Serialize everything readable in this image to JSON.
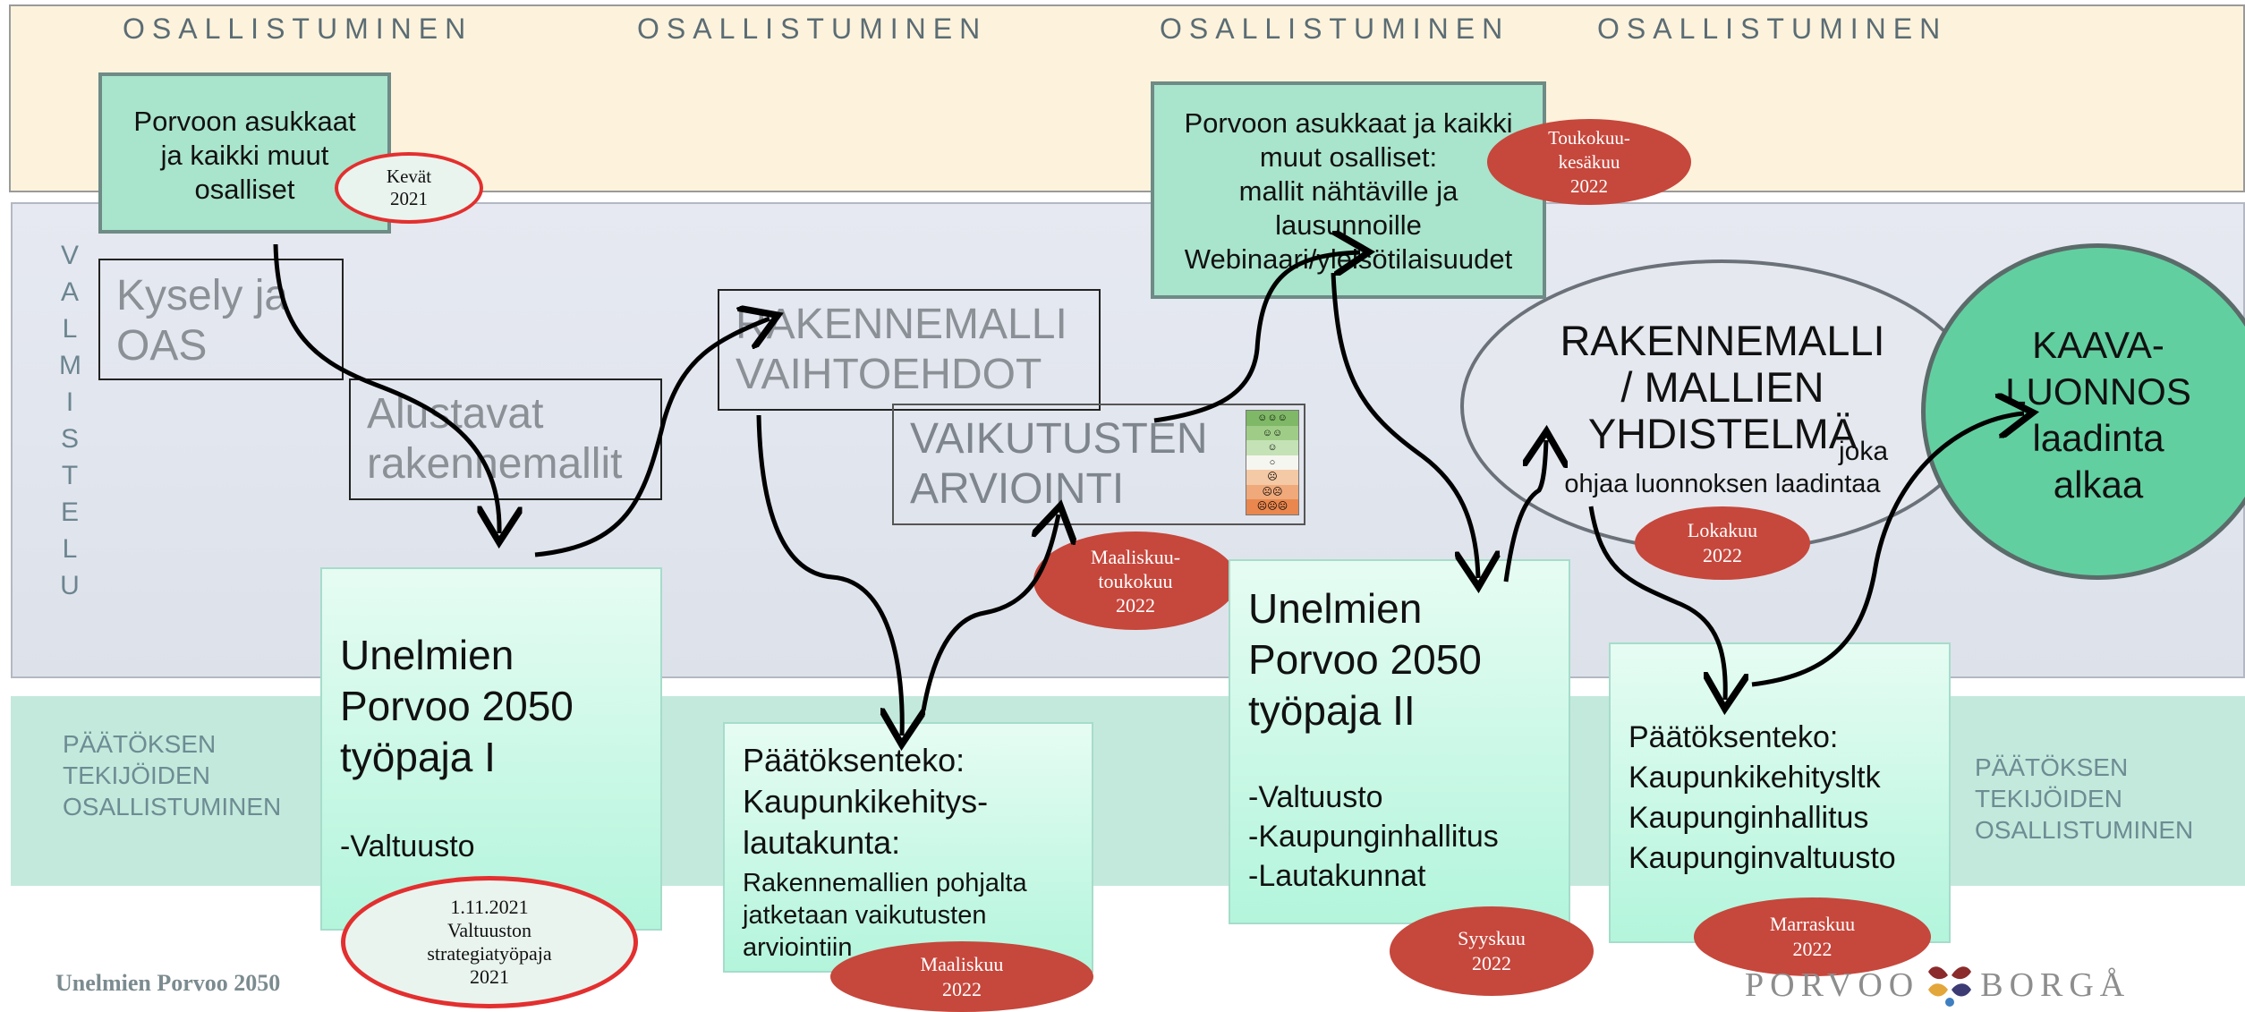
{
  "header": {
    "osallistuminen_1": "OSALLISTUMINEN",
    "osallistuminen_2": "OSALLISTUMINEN",
    "osallistuminen_3": "OSALLISTUMINEN",
    "osallistuminen_4": "OSALLISTUMINEN"
  },
  "valmistelu_letters": [
    "V",
    "A",
    "L",
    "M",
    "I",
    "S",
    "T",
    "E",
    "L",
    "U"
  ],
  "decision_label_left": "PÄÄTÖKSEN\nTEKIJÖIDEN\nOSALLISTUMINEN",
  "decision_label_right": "PÄÄTÖKSEN\nTEKIJÖIDEN\nOSALLISTUMINEN",
  "box_residents_1": "Porvoon asukkaat\nja kaikki muut\nosalliset",
  "badge_kevat": "Kevät\n2021",
  "box_residents_2": "Porvoon asukkaat ja kaikki\nmuut osalliset:\nmallit nähtäville ja\nlausunnoille\nWebinaari/yleisötilaisuudet",
  "badge_toukokuu": "Toukokuu-\nkesäkuu\n2022",
  "box_kysely": "Kysely ja\nOAS",
  "box_alustavat": "Alustavat\nrakennemallit",
  "box_vaihtoehdot": "RAKENNEMALLI\nVAIHTOEHDOT",
  "box_vaikutusten": "VAIKUTUSTEN\nARVIOINTI",
  "rating_scale": [
    "☺☺☺",
    "☺☺",
    "☺",
    "○",
    "☹",
    "☹☹",
    "☹☹☹"
  ],
  "rating_colors": [
    "#7fb866",
    "#9fcd87",
    "#c5e2b7",
    "#f6f6f0",
    "#f4c9a6",
    "#f0a97a",
    "#e9874e"
  ],
  "ellipse_title": "RAKENNEMALLI\n/ MALLIEN\nYHDISTELMÄ",
  "ellipse_joka": "joka",
  "ellipse_sub": "ohjaa luonnoksen laadintaa",
  "badge_lokakuu": "Lokakuu\n2022",
  "circle_text": "KAAVA-\nLUONNOS\nlaadinta\nalkaa",
  "workshop1_title": "Unelmien\nPorvoo 2050\ntyöpaja I",
  "workshop1_list": "-Valtuusto",
  "badge_valtuusto": "1.11.2021\nValtuuston\nstrategiatyöpaja\n2021",
  "decision1_title": "Päätöksenteko:\nKaupunkikehitys-\nlautakunta:",
  "decision1_body": "Rakennemallien pohjalta\njatketaan vaikutusten\narviointiin",
  "badge_maaliskuu": "Maaliskuu\n2022",
  "badge_maaliskuu_toukokuu": "Maaliskuu-\ntoukokuu\n2022",
  "workshop2_title": "Unelmien\nPorvoo 2050\ntyöpaja II",
  "workshop2_list": "-Valtuusto\n-Kaupunginhallitus\n-Lautakunnat",
  "badge_syyskuu": "Syyskuu\n2022",
  "decision2_text": "Päätöksenteko:\nKaupunkikehitysltk\nKaupunginhallitus\nKaupunginvaltuusto",
  "badge_marraskuu": "Marraskuu\n2022",
  "footer_left": "Unelmien Porvoo 2050",
  "logo_left": "PORVOO",
  "logo_right": "BORGÅ",
  "colors": {
    "red_badge": "#c6473c",
    "green_box": "#a9e4cc",
    "circle_green": "#62cfa0",
    "top_band": "#fdf3dc",
    "bottom_band": "#c3e9dc"
  }
}
